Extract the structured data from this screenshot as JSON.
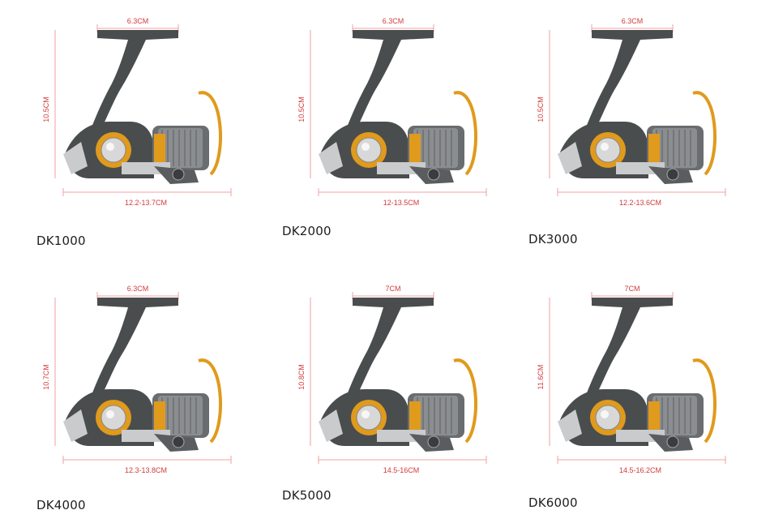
{
  "colors": {
    "dimension_line": "#f0a0a0",
    "dimension_text": "#d23a3a",
    "reel_body": "#4a4d4e",
    "reel_gold": "#e09a1c",
    "reel_silver": "#c9cbcd"
  },
  "reels": [
    {
      "model": "DK1000",
      "width": "6.3CM",
      "height": "10.5CM",
      "length": "12.2-13.7CM"
    },
    {
      "model": "DK2000",
      "width": "6.3CM",
      "height": "10.5CM",
      "length": "12-13.5CM"
    },
    {
      "model": "DK3000",
      "width": "6.3CM",
      "height": "10.5CM",
      "length": "12.2-13.6CM"
    },
    {
      "model": "DK4000",
      "width": "6.3CM",
      "height": "10.7CM",
      "length": "12.3-13.8CM"
    },
    {
      "model": "DK5000",
      "width": "7CM",
      "height": "10.8CM",
      "length": "14.5-16CM"
    },
    {
      "model": "DK6000",
      "width": "7CM",
      "height": "11.6CM",
      "length": "14.5-16.2CM"
    }
  ]
}
